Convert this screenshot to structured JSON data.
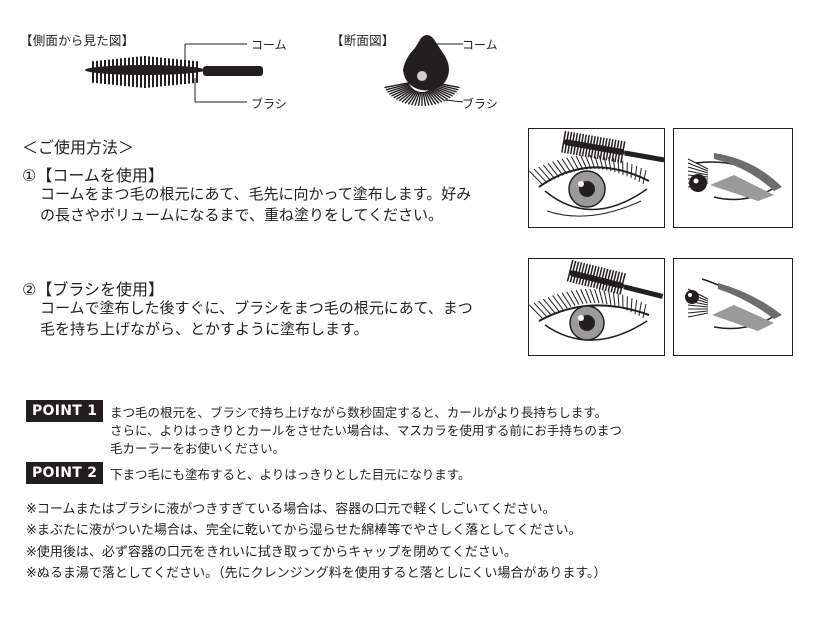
{
  "diagrams": {
    "side_view": {
      "title": "【側面から見た図】",
      "comb_label": "コーム",
      "brush_label": "ブラシ"
    },
    "cross_section": {
      "title": "【断面図】",
      "comb_label": "コーム",
      "brush_label": "ブラシ"
    }
  },
  "usage": {
    "heading": "＜ご使用方法＞",
    "step1": {
      "title": "①【コームを使用】",
      "lines": [
        "コームをまつ毛の根元にあて、毛先に向かって塗布します。好み",
        "の長さやボリュームになるまで、重ね塗りをしてください。"
      ]
    },
    "step2": {
      "title": "②【ブラシを使用】",
      "lines": [
        "コームで塗布した後すぐに、ブラシをまつ毛の根元にあて、まつ",
        "毛を持ち上げながら、とかすように塗布します。"
      ]
    }
  },
  "points": [
    {
      "badge": "POINT 1",
      "lines": [
        "まつ毛の根元を、ブラシで持ち上げながら数秒固定すると、カールがより長持ちします。",
        "さらに、よりはっきりとカールをさせたい場合は、マスカラを使用する前にお手持ちのまつ",
        "毛カーラーをお使いください。"
      ]
    },
    {
      "badge": "POINT 2",
      "lines": [
        "下まつ毛にも塗布すると、よりはっきりとした目元になります。"
      ]
    }
  ],
  "notes": [
    "※コームまたはブラシに液がつきすぎている場合は、容器の口元で軽くしごいてください。",
    "※まぶたに液がついた場合は、完全に乾いてから湿らせた綿棒等でやさしく落としてください。",
    "※使用後は、必ず容器の口元をきれいに拭き取ってからキャップを閉めてください。",
    "※ぬるま湯で落としてください。（先にクレンジング料を使用すると落としにくい場合があります。）"
  ]
}
